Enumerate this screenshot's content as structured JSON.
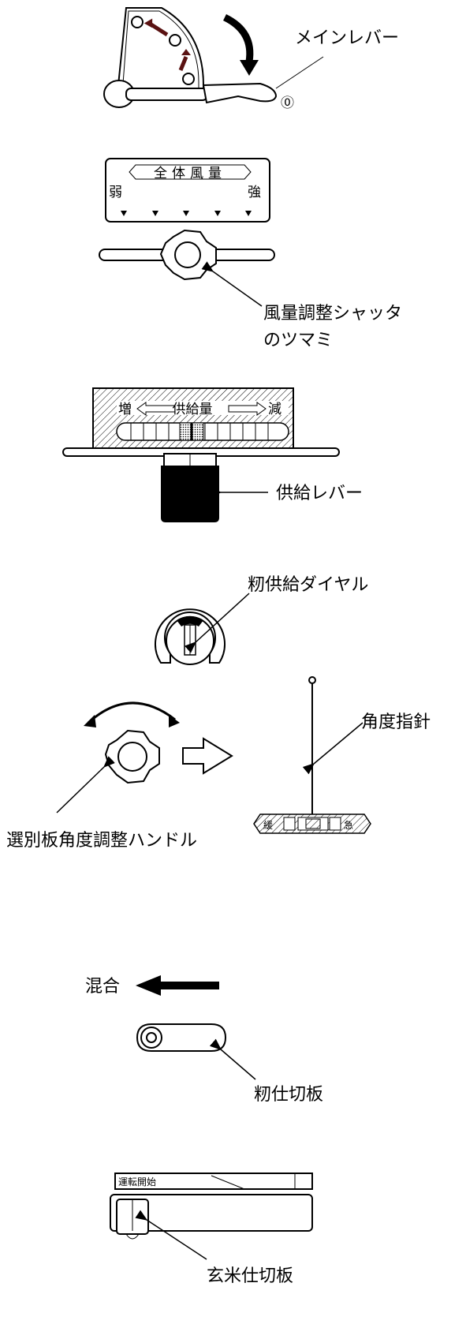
{
  "main_lever": {
    "label": "メインレバー",
    "position": "⓪"
  },
  "air_volume": {
    "panel_title": "全体風量",
    "weak": "弱",
    "strong": "強",
    "knob_label_line1": "風量調整シャッタ",
    "knob_label_line2": "のツマミ"
  },
  "supply": {
    "panel_label": "供給量",
    "increase": "増",
    "decrease": "減",
    "lever_label": "供給レバー"
  },
  "paddy_dial": {
    "label": "籾供給ダイヤル"
  },
  "sorting_plate": {
    "handle_label": "選別板角度調整ハンドル",
    "pointer_label": "角度指針",
    "gentle": "緩",
    "steep": "急"
  },
  "paddy_partition": {
    "mix_label": "混合",
    "label": "籾仕切板"
  },
  "brown_rice_partition": {
    "start_label": "運転開始",
    "label": "玄米仕切板"
  },
  "colors": {
    "line": "#000000",
    "arrow_red": "#5a1212",
    "shade": "#bdbdbd"
  }
}
